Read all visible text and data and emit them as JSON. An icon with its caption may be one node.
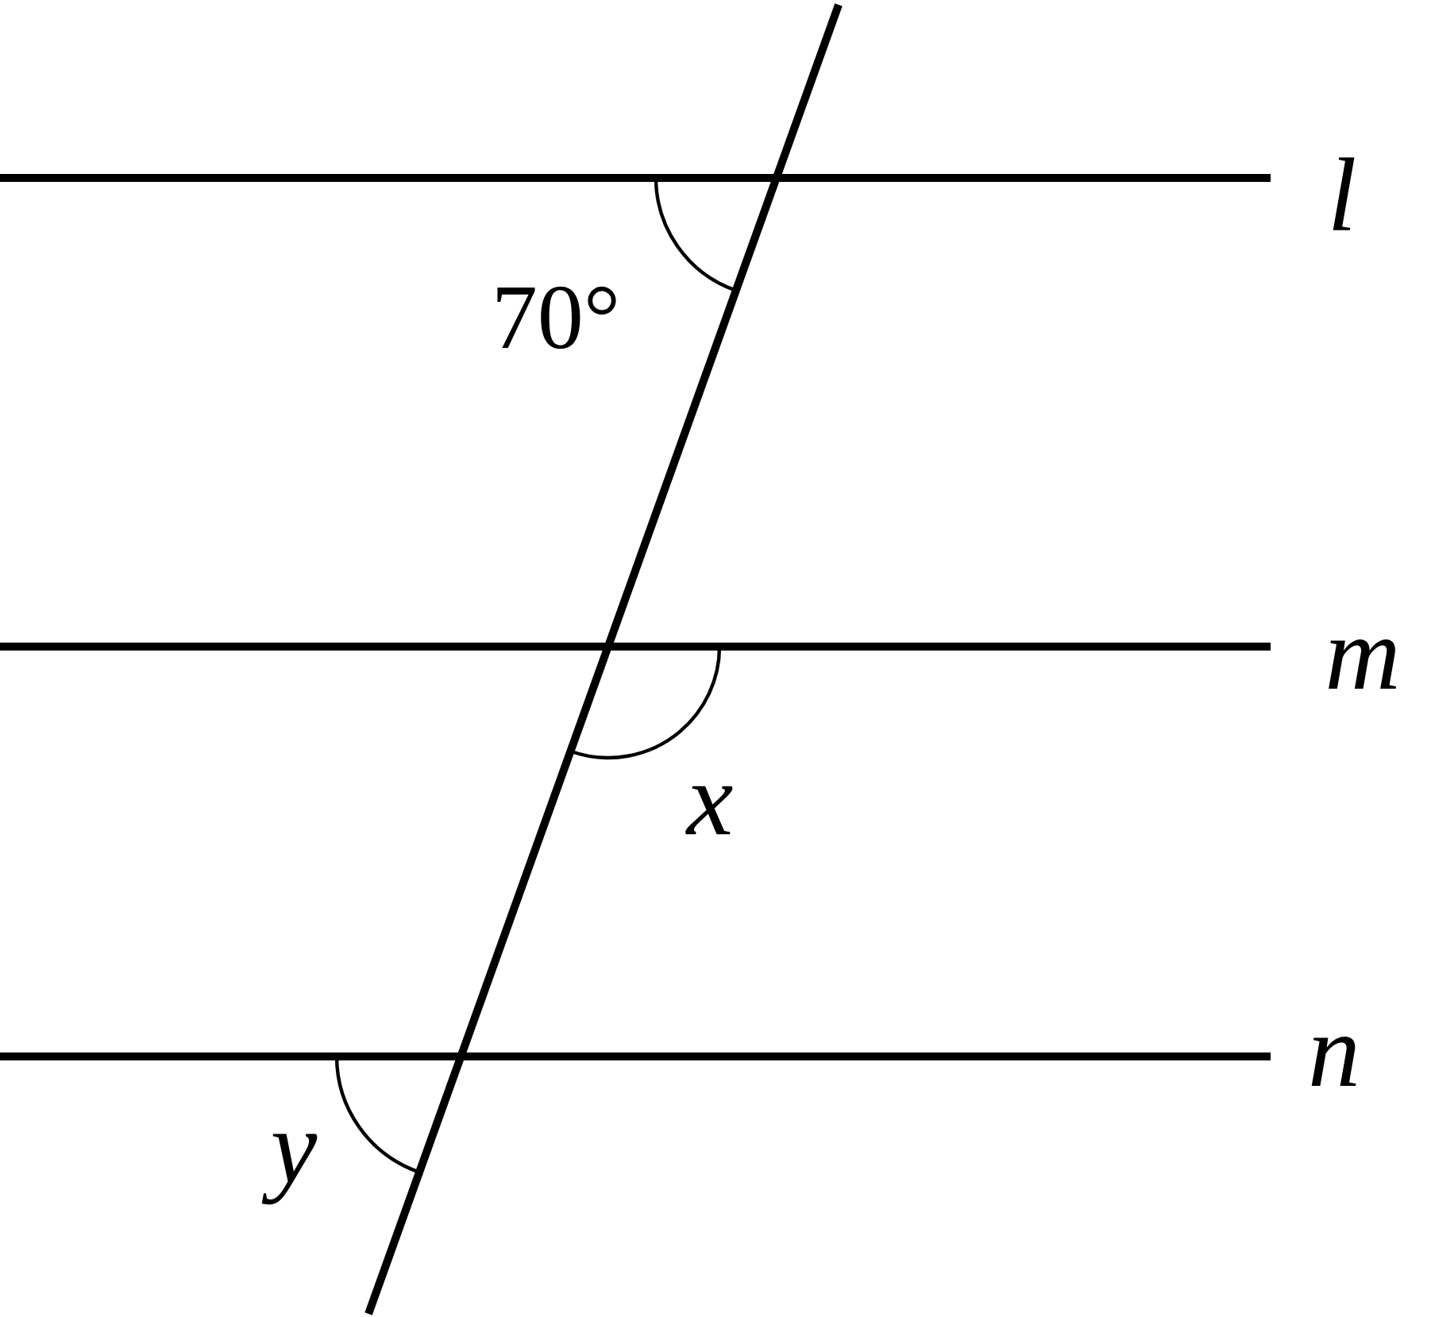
{
  "diagram": {
    "labels": [
      "l",
      "70°",
      "m",
      "x",
      "n",
      "y"
    ]
  }
}
